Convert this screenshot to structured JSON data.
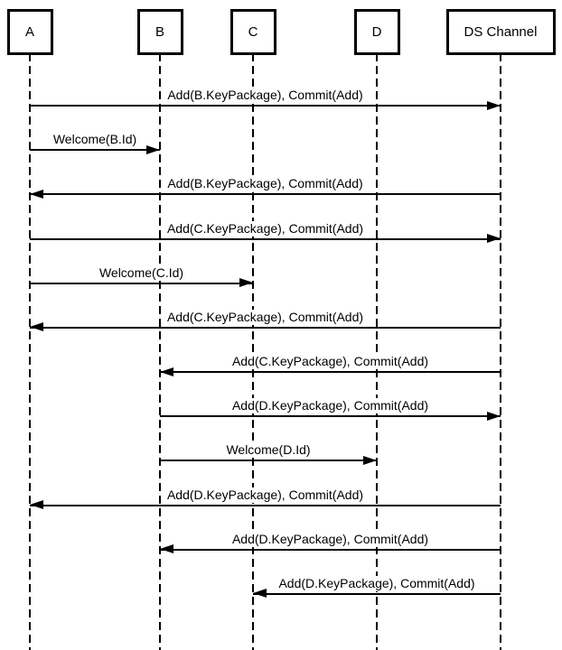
{
  "diagram": {
    "kind": "sequence-diagram",
    "background_color": "#ffffff",
    "line_color": "#000000",
    "actors": [
      {
        "id": "A",
        "label": "A"
      },
      {
        "id": "B",
        "label": "B"
      },
      {
        "id": "C",
        "label": "C"
      },
      {
        "id": "D",
        "label": "D"
      },
      {
        "id": "DS",
        "label": "DS Channel"
      }
    ],
    "messages": [
      {
        "from": "A",
        "to": "DS",
        "label": "Add(B.KeyPackage), Commit(Add)"
      },
      {
        "from": "A",
        "to": "B",
        "label": "Welcome(B.Id)"
      },
      {
        "from": "DS",
        "to": "A",
        "label": "Add(B.KeyPackage), Commit(Add)"
      },
      {
        "from": "A",
        "to": "DS",
        "label": "Add(C.KeyPackage), Commit(Add)"
      },
      {
        "from": "A",
        "to": "C",
        "label": "Welcome(C.Id)"
      },
      {
        "from": "DS",
        "to": "A",
        "label": "Add(C.KeyPackage), Commit(Add)"
      },
      {
        "from": "DS",
        "to": "B",
        "label": "Add(C.KeyPackage), Commit(Add)"
      },
      {
        "from": "B",
        "to": "DS",
        "label": "Add(D.KeyPackage), Commit(Add)"
      },
      {
        "from": "B",
        "to": "D",
        "label": "Welcome(D.Id)"
      },
      {
        "from": "DS",
        "to": "A",
        "label": "Add(D.KeyPackage), Commit(Add)"
      },
      {
        "from": "DS",
        "to": "B",
        "label": "Add(D.KeyPackage), Commit(Add)"
      },
      {
        "from": "DS",
        "to": "C",
        "label": "Add(D.KeyPackage), Commit(Add)"
      }
    ]
  }
}
